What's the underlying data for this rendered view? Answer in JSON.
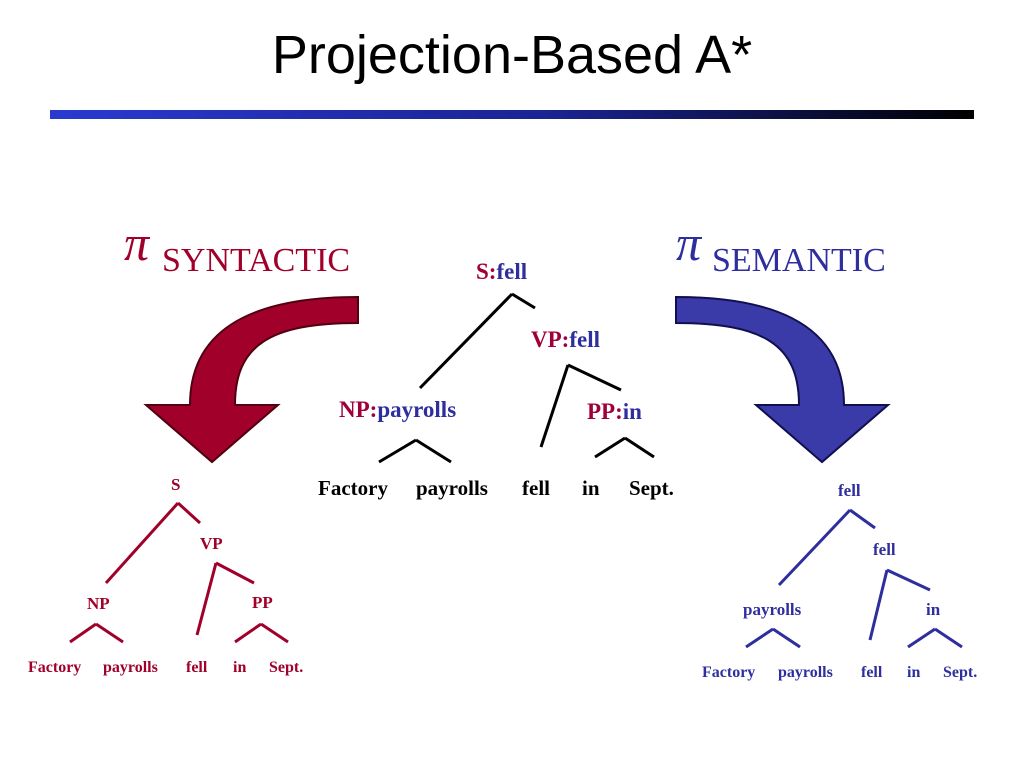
{
  "slide": {
    "title": "Projection-Based A*"
  },
  "projections": {
    "syntactic": {
      "symbol": "π",
      "label": "SYNTACTIC",
      "color": "#a0002a"
    },
    "semantic": {
      "symbol": "π",
      "label": "SEMANTIC",
      "color": "#2e3399"
    }
  },
  "center_tree": {
    "s": {
      "cat": "S:",
      "head": "fell"
    },
    "vp": {
      "cat": "VP:",
      "head": "fell"
    },
    "np": {
      "cat": "NP:",
      "head": "payrolls"
    },
    "pp": {
      "cat": "PP:",
      "head": "in"
    },
    "words": [
      "Factory",
      "payrolls",
      "fell",
      "in",
      "Sept."
    ]
  },
  "syntactic_tree": {
    "s": "S",
    "vp": "VP",
    "np": "NP",
    "pp": "PP",
    "words": [
      "Factory",
      "payrolls",
      "fell",
      "in",
      "Sept."
    ]
  },
  "semantic_tree": {
    "root": "fell",
    "vp": "fell",
    "np": "payrolls",
    "pp": "in",
    "words": [
      "Factory",
      "payrolls",
      "fell",
      "in",
      "Sept."
    ]
  }
}
